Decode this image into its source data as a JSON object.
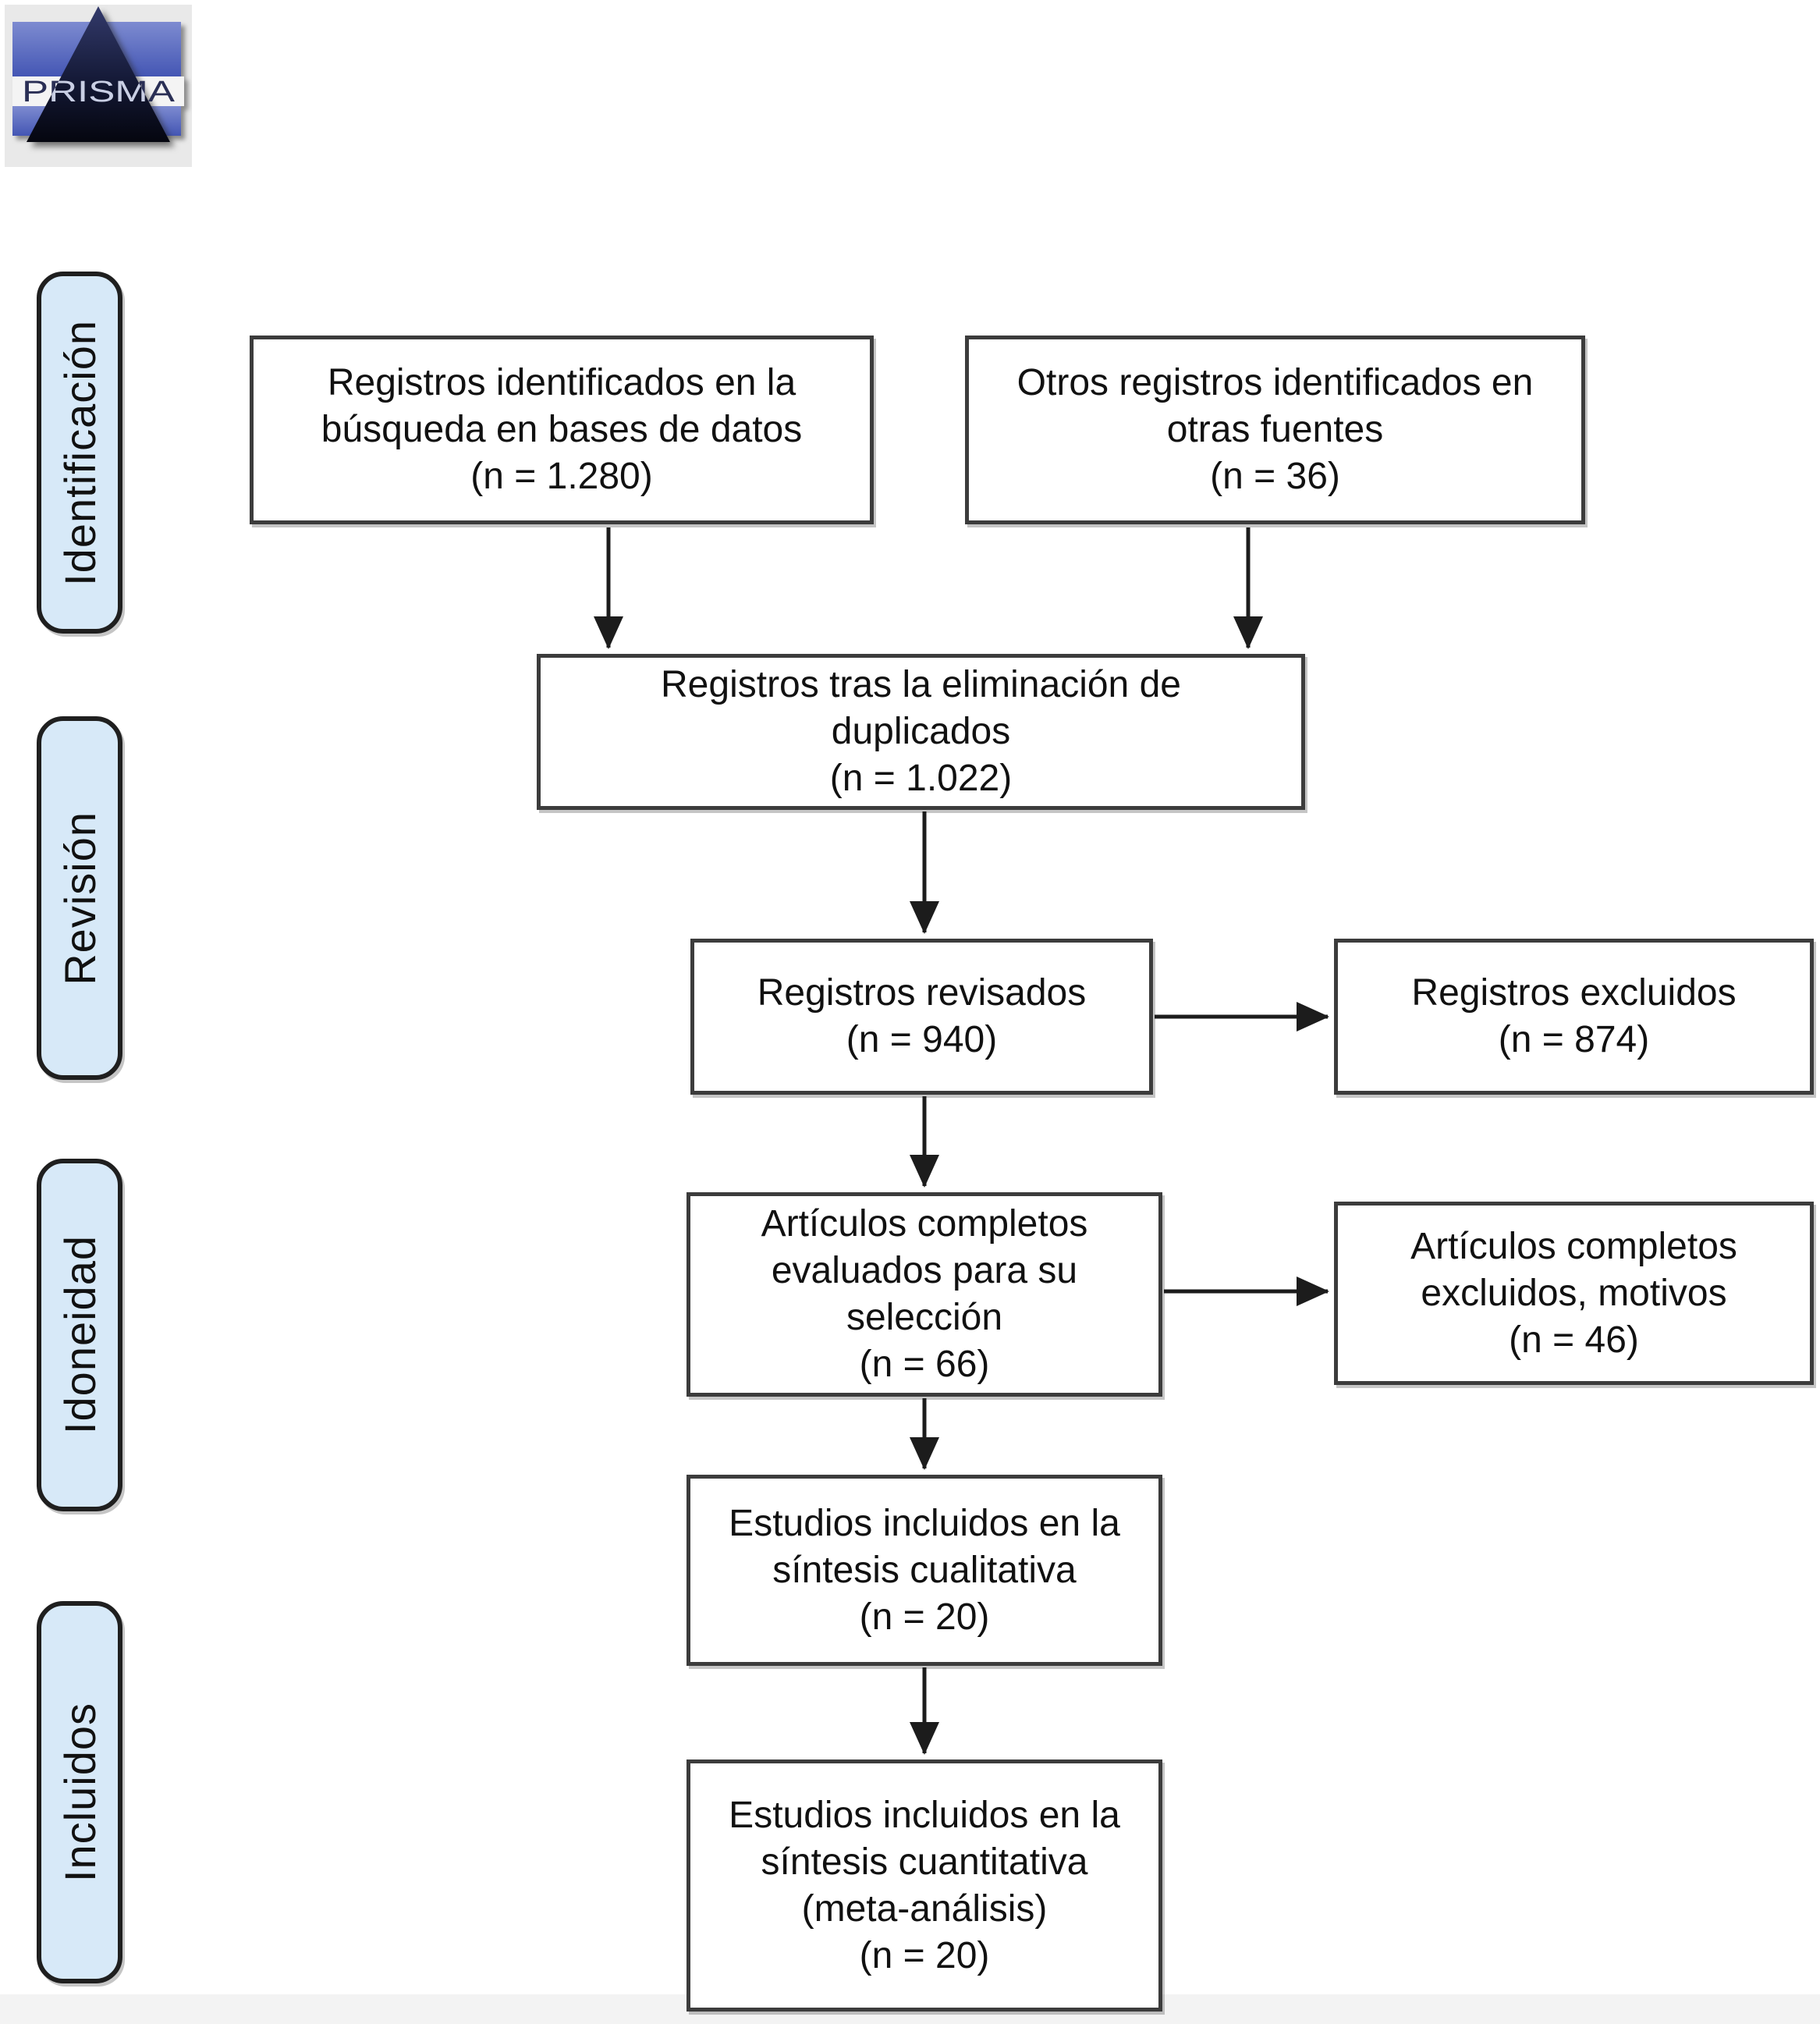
{
  "logo": {
    "text": "PRISMA"
  },
  "stages": [
    {
      "label": "Identificación"
    },
    {
      "label": "Revisión"
    },
    {
      "label": "Idoneidad"
    },
    {
      "label": "Incluidos"
    }
  ],
  "boxes": {
    "db_records": {
      "lines": [
        "Registros identificados en la",
        "búsqueda en bases de datos",
        "(n = 1.280)"
      ]
    },
    "other_records": {
      "lines": [
        "Otros registros identificados en",
        "otras fuentes",
        "(n = 36)"
      ]
    },
    "after_duplicates": {
      "lines": [
        "Registros tras la eliminación de",
        "duplicados",
        "(n = 1.022)"
      ]
    },
    "screened": {
      "lines": [
        "Registros revisados",
        "(n = 940)"
      ]
    },
    "screened_excluded": {
      "lines": [
        "Registros excluidos",
        "(n = 874)"
      ]
    },
    "fulltext_assessed": {
      "lines": [
        "Artículos completos",
        "evaluados para su",
        "selección",
        "(n = 66)"
      ]
    },
    "fulltext_excluded": {
      "lines": [
        "Artículos completos",
        "excluidos, motivos",
        "(n = 46)"
      ]
    },
    "qualitative": {
      "lines": [
        "Estudios incluidos en la",
        "síntesis cualitativa",
        "(n = 20)"
      ]
    },
    "quantitative": {
      "lines": [
        "Estudios incluidos en la",
        "síntesis cuantitativa",
        "(meta-análisis)",
        "(n = 20)"
      ]
    }
  },
  "colors": {
    "stage_fill": "#d7e9f8",
    "stage_border": "#1f1f1f",
    "box_border": "#3c3c3c",
    "arrow": "#1c1c1c",
    "logo_blue": "#5b6abf",
    "logo_triangle_dark": "#0a0d1f",
    "logo_background": "#e9e9e9"
  }
}
